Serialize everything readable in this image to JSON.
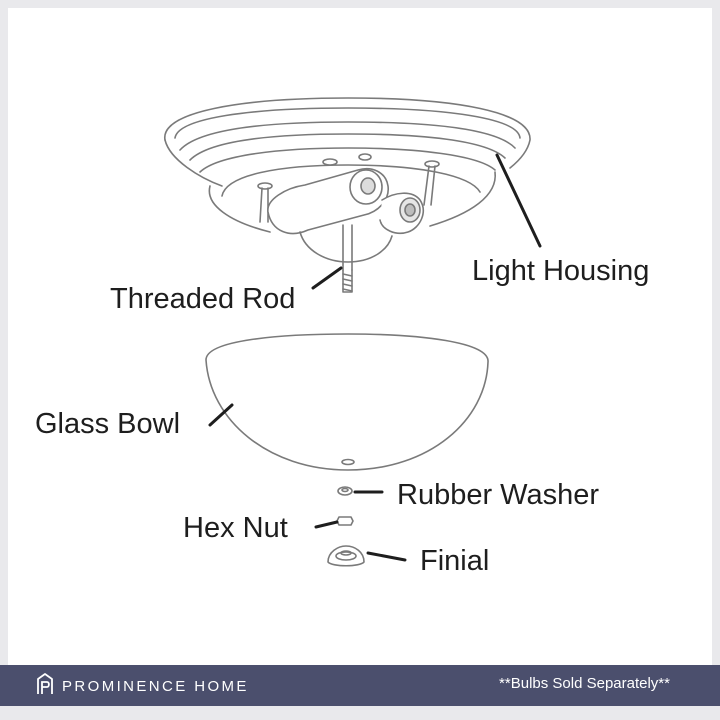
{
  "labels": {
    "light_housing": "Light Housing",
    "threaded_rod": "Threaded Rod",
    "glass_bowl": "Glass Bowl",
    "rubber_washer": "Rubber Washer",
    "hex_nut": "Hex Nut",
    "finial": "Finial"
  },
  "footer": {
    "brand": "PROMINENCE HOME",
    "note": "**Bulbs Sold Separately**",
    "logo_icon": "prominence-home-logo-icon",
    "background": "#4b4f6d"
  }
}
